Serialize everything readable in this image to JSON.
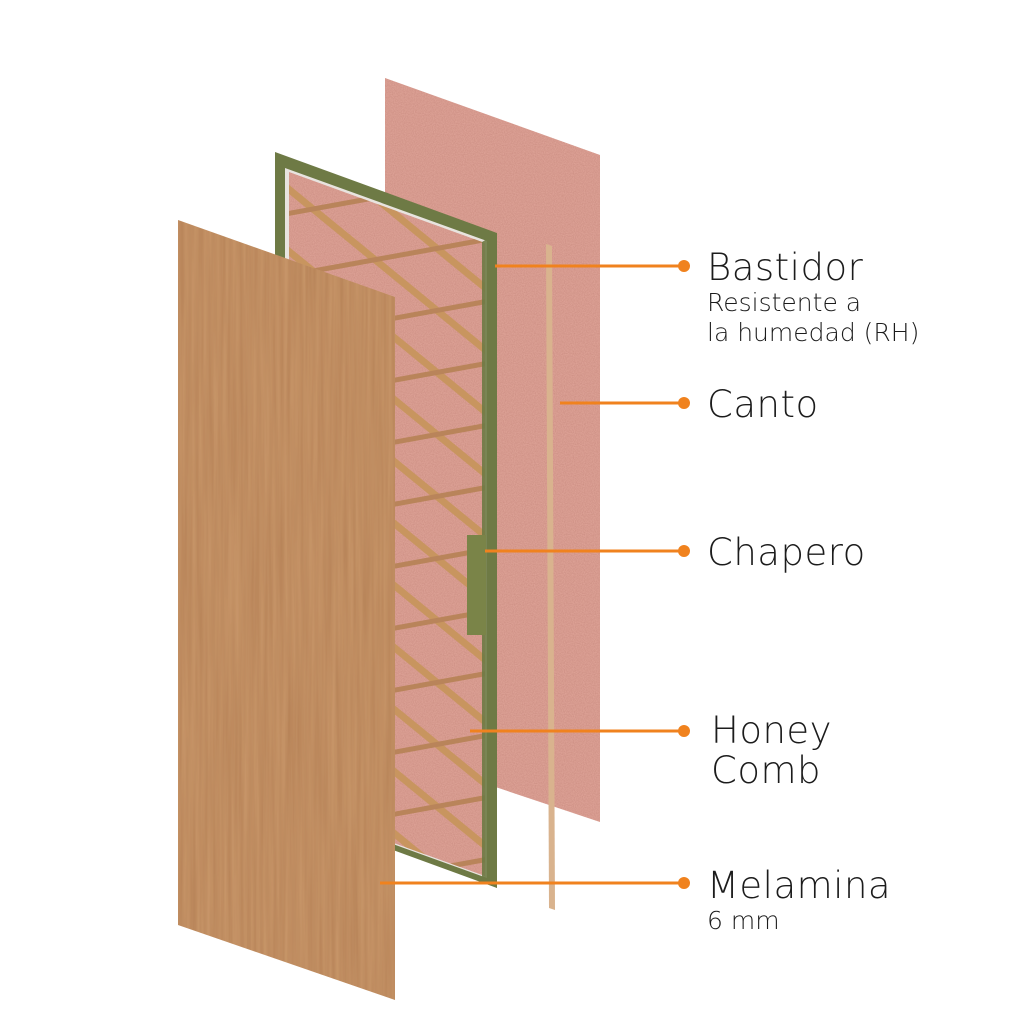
{
  "colors": {
    "accent": "#f0821e",
    "wood": "#c9976a",
    "pink_board": "#e2a79b",
    "frame_green": "#6e7a45",
    "slat": "#c8955f",
    "edge_strip": "#d9b38e",
    "text": "#1c1c1c"
  },
  "labels": [
    {
      "id": "bastidor",
      "title": "Bastidor",
      "sub": [
        "Resistente a",
        "la humedad (RH)"
      ]
    },
    {
      "id": "canto",
      "title": "Canto",
      "sub": []
    },
    {
      "id": "chapero",
      "title": "Chapero",
      "sub": []
    },
    {
      "id": "honeycomb",
      "title": "Honey",
      "title2": "Comb",
      "sub": []
    },
    {
      "id": "melamina",
      "title": "Melamina",
      "sub": [
        "6 mm"
      ]
    }
  ]
}
